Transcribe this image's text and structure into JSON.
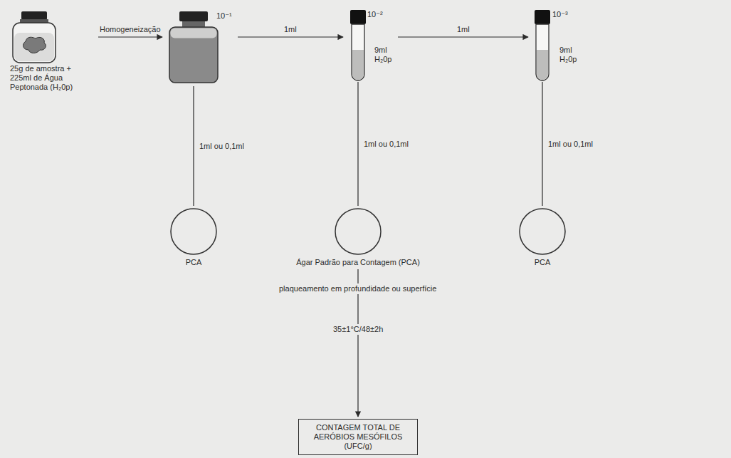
{
  "diagram": {
    "nodes": [
      {
        "text": [
          "25g de amostra + 225ml de Água Peptonada (H₂0p)"
        ]
      },
      {
        "text": [
          "10⁻¹"
        ]
      },
      {
        "text": [
          "10⁻²",
          "9ml H₂0p"
        ]
      },
      {
        "text": [
          "10⁻³",
          "9ml H₂0p"
        ]
      },
      {
        "text": [
          "PCA"
        ]
      },
      {
        "text": [
          "Ágar Padrão para Contagem (PCA)"
        ]
      },
      {
        "text": [
          "PCA"
        ]
      },
      {
        "text": [
          "CONTAGEM TOTAL DE AERÓBIOS MESÓFILOS (UFC/g)"
        ]
      }
    ],
    "edges": [
      {
        "from": 0,
        "to": 1,
        "label": "Homogeneização",
        "arrow": "to"
      },
      {
        "from": 1,
        "to": 2,
        "label": "1ml",
        "arrow": "to"
      },
      {
        "from": 2,
        "to": 3,
        "label": "1ml",
        "arrow": "to"
      },
      {
        "from": 1,
        "to": 4,
        "label": "1ml ou 0,1ml",
        "arrow": "none"
      },
      {
        "from": 2,
        "to": 5,
        "label": "1ml ou 0,1ml",
        "arrow": "none"
      },
      {
        "from": 3,
        "to": 6,
        "label": "1ml ou 0,1ml",
        "arrow": "none"
      },
      {
        "from": 5,
        "to": 7,
        "label": "plaqueamento em profundidade ou superfície",
        "arrow": "to"
      }
    ],
    "labels": [
      "35±1°C/48±2h"
    ]
  }
}
